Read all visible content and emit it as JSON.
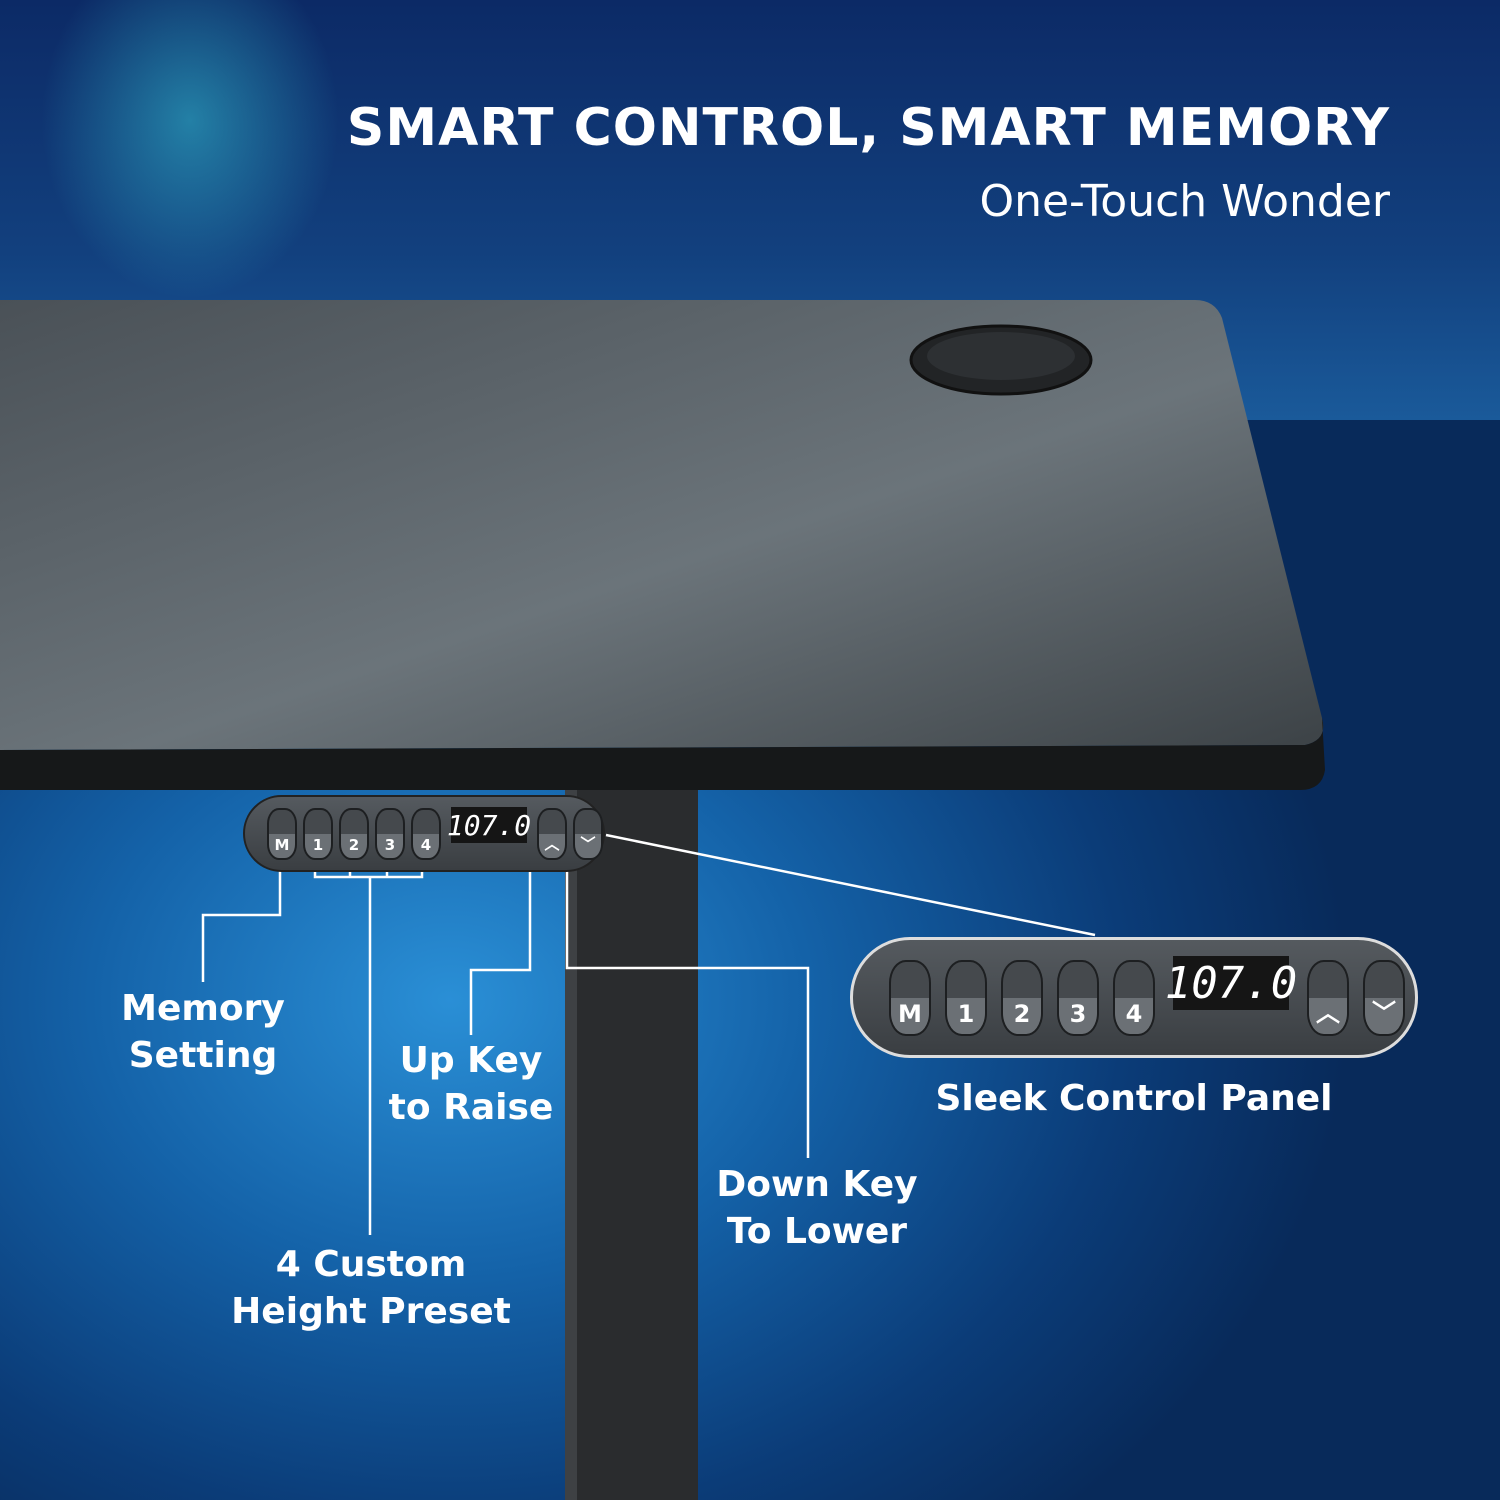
{
  "header": {
    "title": "SMART CONTROL, SMART MEMORY",
    "subtitle": "One-Touch Wonder"
  },
  "panel": {
    "buttons": [
      "M",
      "1",
      "2",
      "3",
      "4"
    ],
    "display": "107.0",
    "up": "︿",
    "down": "﹀"
  },
  "labels": {
    "memory": [
      "Memory",
      "Setting"
    ],
    "up": [
      "Up Key",
      "to Raise"
    ],
    "presets": [
      "4 Custom",
      "Height Preset"
    ],
    "down": [
      "Down Key",
      "To Lower"
    ],
    "panel": "Sleek Control Panel"
  },
  "colors": {
    "background": "#1462a8",
    "desk": "#5c6368",
    "leg": "#2a2c2e",
    "text": "#ffffff"
  }
}
